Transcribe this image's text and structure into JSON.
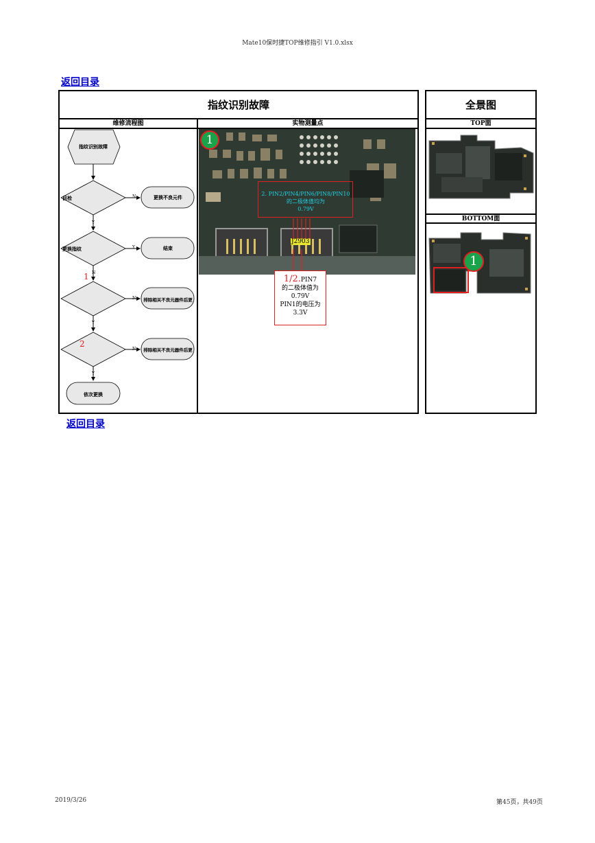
{
  "page_header": "Mate10保时捷TOP维修指引 V1.0.xlsx",
  "back_link_top": "返回目录",
  "back_link_bottom": "返回目录",
  "main_title": "指纹识别故障",
  "panorama_title": "全景图",
  "flow_header": "维修流程图",
  "measure_header": "实物测量点",
  "top_header": "TOP面",
  "bottom_header": "BOTTOM面",
  "flow": {
    "start": "指纹识别故障",
    "step1": "目检",
    "step1_no": "更换不良元件",
    "step2": "更换指纹",
    "step2_yes": "结束",
    "step3_num": "1",
    "step3_no": "排除相关不良元器件后更",
    "step4_num": "2",
    "step4_no": "排除相关不良元器件后更",
    "end": "依次更换",
    "label_n": "N",
    "label_y": "Y"
  },
  "measure": {
    "badge": "1",
    "note_top": "2. PIN2/PIN4/PIN6/PIN8/PIN10\n的二极体值均为\n0.79V",
    "connector": "J2903",
    "note_bottom_num": "1/2.",
    "note_bottom_rest": "PIN7",
    "note_bottom_lines": [
      "的二极体值为",
      "0.79V",
      "PIN1的电压为",
      "3.3V"
    ]
  },
  "bottom_badge": "1",
  "footer_date": "2019/3/26",
  "footer_page": "第45页，共49页",
  "colors": {
    "link": "#0000cc",
    "annotation": "#e02020",
    "badge": "#1aa34a"
  }
}
